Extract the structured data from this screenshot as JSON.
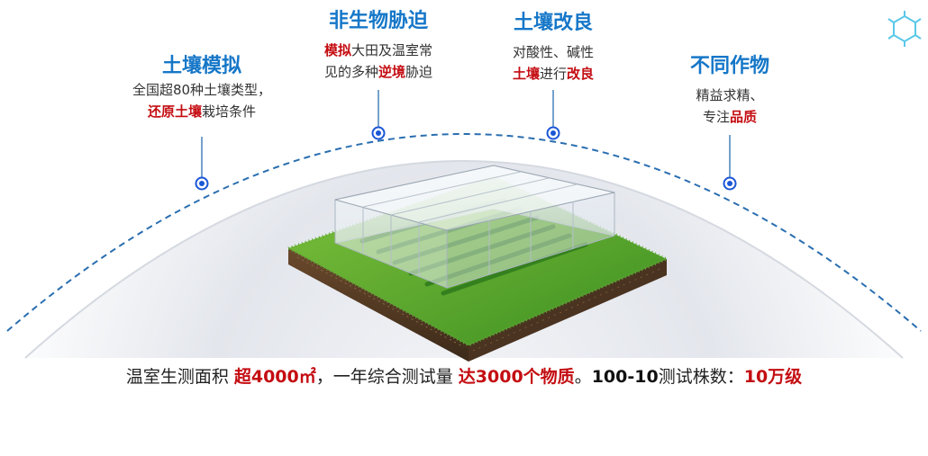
{
  "features": [
    {
      "title": "土壤模拟",
      "desc_line1": "全国超80种土壤类型，",
      "desc_line2_hl": "还原土壤",
      "desc_line2_rest": "栽培条件"
    },
    {
      "title": "非生物胁迫",
      "desc_line1_hl": "模拟",
      "desc_line1_rest": "大田及温室常",
      "desc_line2_pre": "见的多种",
      "desc_line2_hl": "逆境",
      "desc_line2_post": "胁迫"
    },
    {
      "title": "土壤改良",
      "desc_line1": "对酸性、碱性",
      "desc_line2_hl": "土壤",
      "desc_line2_mid": "进行",
      "desc_line2_hl2": "改良"
    },
    {
      "title": "不同作物",
      "desc_line1": "精益求精、",
      "desc_line2_pre": "专注",
      "desc_line2_hl": "品质"
    }
  ],
  "bottom": {
    "t1": "温室生测面积 ",
    "h1": "超4000㎡",
    "t2": "，一年综合测试量 ",
    "h2": "达3000个物质",
    "t3": "。",
    "b1": "100-10",
    "t4": "测试株数：",
    "h3": "10万级"
  },
  "colors": {
    "title_blue": "#1677c8",
    "highlight_red": "#c40d12",
    "arc_blue": "#2a6eb0",
    "marker_blue": "#1a56d6"
  },
  "icons": {
    "logo": "hexagon-molecule-icon",
    "greenhouse": "greenhouse-illustration"
  }
}
